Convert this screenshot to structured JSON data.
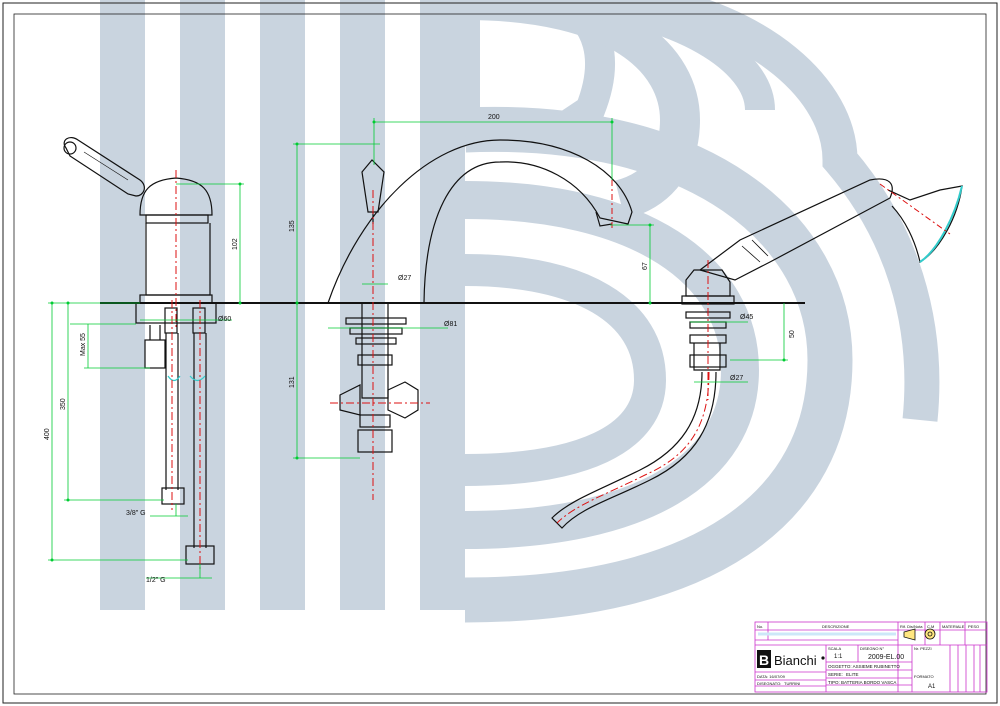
{
  "dimensions": {
    "d200": "200",
    "d135": "135",
    "d102": "102",
    "d67": "67",
    "dmax55": "Max 55",
    "d350": "350",
    "d400": "400",
    "d131": "131",
    "d50": "50",
    "dia60": "Ø60",
    "dia27a": "Ø27",
    "dia81": "Ø81",
    "dia45": "Ø45",
    "dia27b": "Ø27",
    "thread38": "3/8\" G",
    "thread12": "1/2\" G"
  },
  "title_block": {
    "no_label": "No.",
    "desc_label": "DESCRIZIONE",
    "rev_label": "Rif. Dis/Nota",
    "cm_label": "C.M",
    "material_label": "MATERIALE",
    "weight_label": "PESO",
    "scale_label": "SCALA",
    "scale_value": "1:1",
    "drawing_label": "DISEGNO N°",
    "drawing_value": "2009-EL.00",
    "pieces_label": "Nr. PEZZI",
    "object": "OGGETTO: ASSIEME RUBINETTO",
    "series_label": "SERIE:",
    "series_value": "ELITE",
    "type": "TIPO: BATTERIA BORDO VASCA",
    "format_label": "FORMATO",
    "format_value": "A1",
    "date": "DATA: 16/07/09",
    "drawn": "DISEGNATO:",
    "drawn_by": "TURRINI",
    "brand": "Bianchi",
    "brand_letter": "B"
  },
  "colors": {
    "watermark": "#c9d4df",
    "dimension": "#00cc33",
    "centerline": "#dd1111",
    "outline": "#111111",
    "highlight": "#33cccc",
    "titleblock": "#cc33cc"
  }
}
